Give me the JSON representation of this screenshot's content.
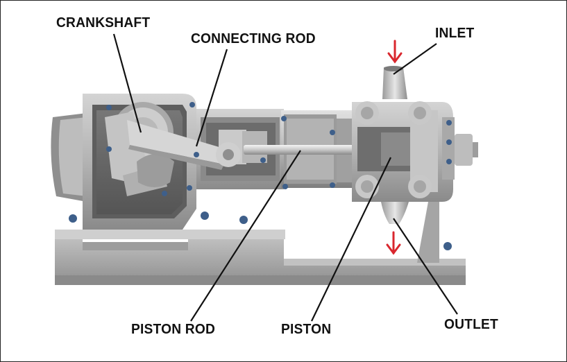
{
  "labels": {
    "crankshaft": "CRANKSHAFT",
    "connecting_rod": "CONNECTING ROD",
    "inlet": "INLET",
    "piston_rod": "PISTON ROD",
    "piston": "PISTON",
    "outlet": "OUTLET"
  },
  "colors": {
    "flow_arrow": "#d9272e",
    "leader_line": "#111111",
    "metal": "#b8b8b8",
    "bolt": "#3e5f8a"
  },
  "icons": {
    "inlet_arrow": "arrow-down-icon",
    "outlet_arrow": "arrow-down-icon"
  }
}
